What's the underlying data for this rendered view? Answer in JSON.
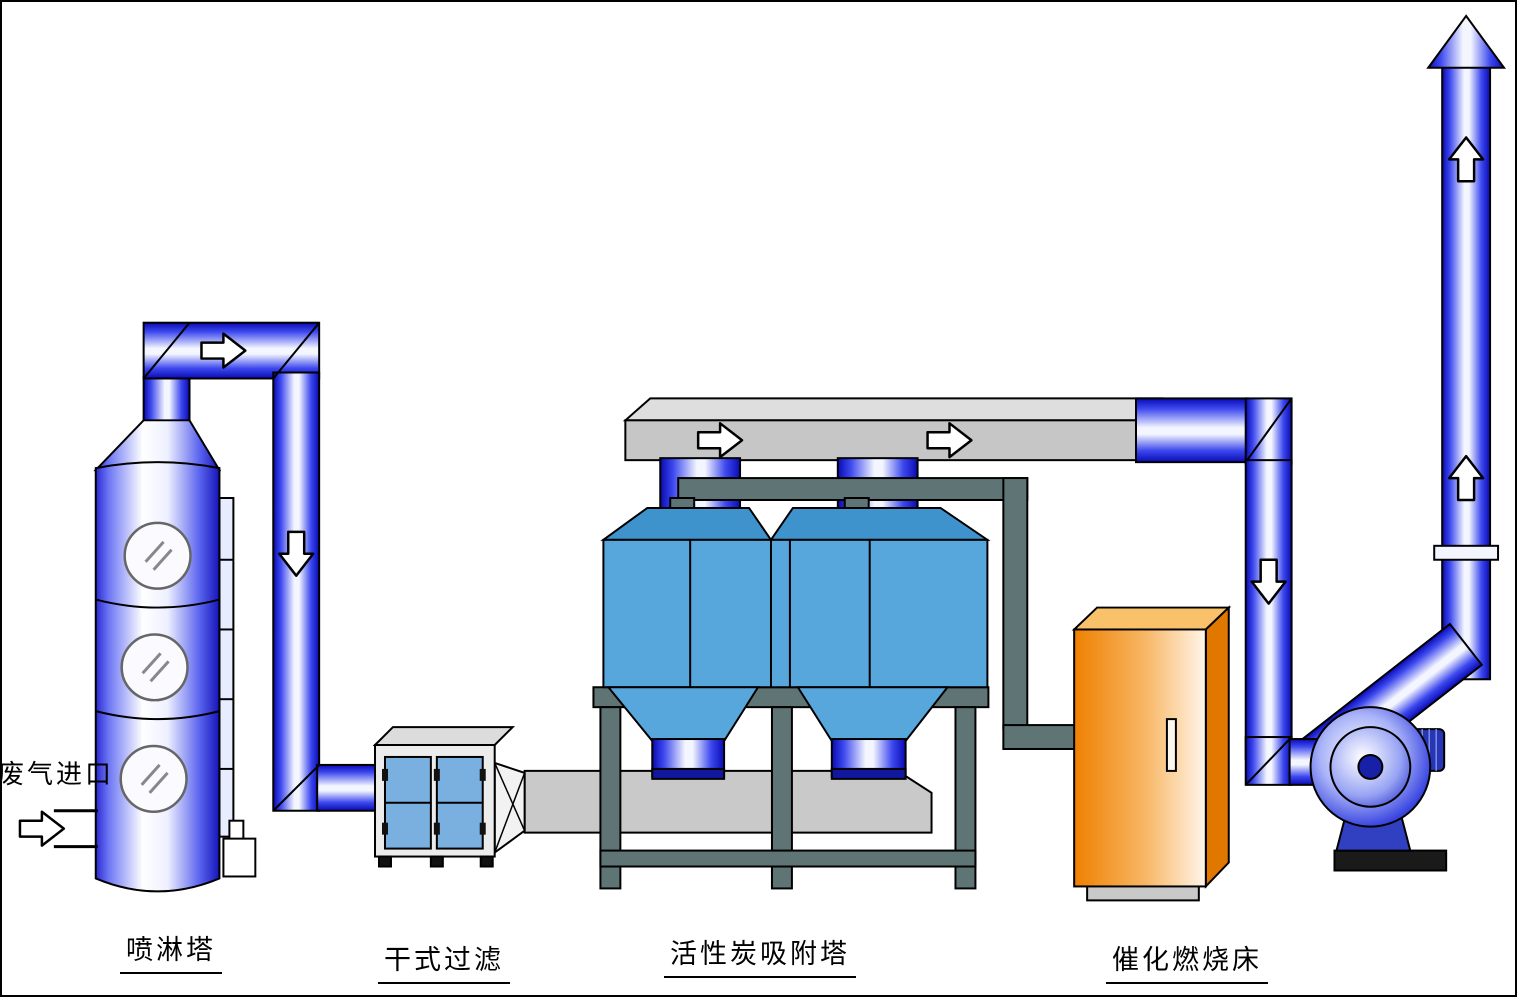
{
  "diagram": {
    "type": "process-flow-diagram",
    "labels": {
      "inlet": "废气进口",
      "spray_tower": "喷淋塔",
      "dry_filter": "干式过滤",
      "carbon_tower": "活性炭吸附塔",
      "catalytic_bed": "催化燃烧床"
    },
    "colors": {
      "pipe_dark_blue": "#0a0ab4",
      "pipe_light": "#f4f6ff",
      "carbon_tower_blue": "#57a7dd",
      "carbon_tower_roof_blue": "#3f93cc",
      "duct_gray": "#c6c6c6",
      "frame_slate": "#5f7575",
      "cabinet_orange": "#ef8000",
      "outline_black": "#000000",
      "background": "#ffffff"
    },
    "icons": {
      "flow_right": "flow-arrow-right-icon",
      "flow_down": "flow-arrow-down-icon",
      "flow_up": "flow-arrow-up-icon"
    }
  }
}
